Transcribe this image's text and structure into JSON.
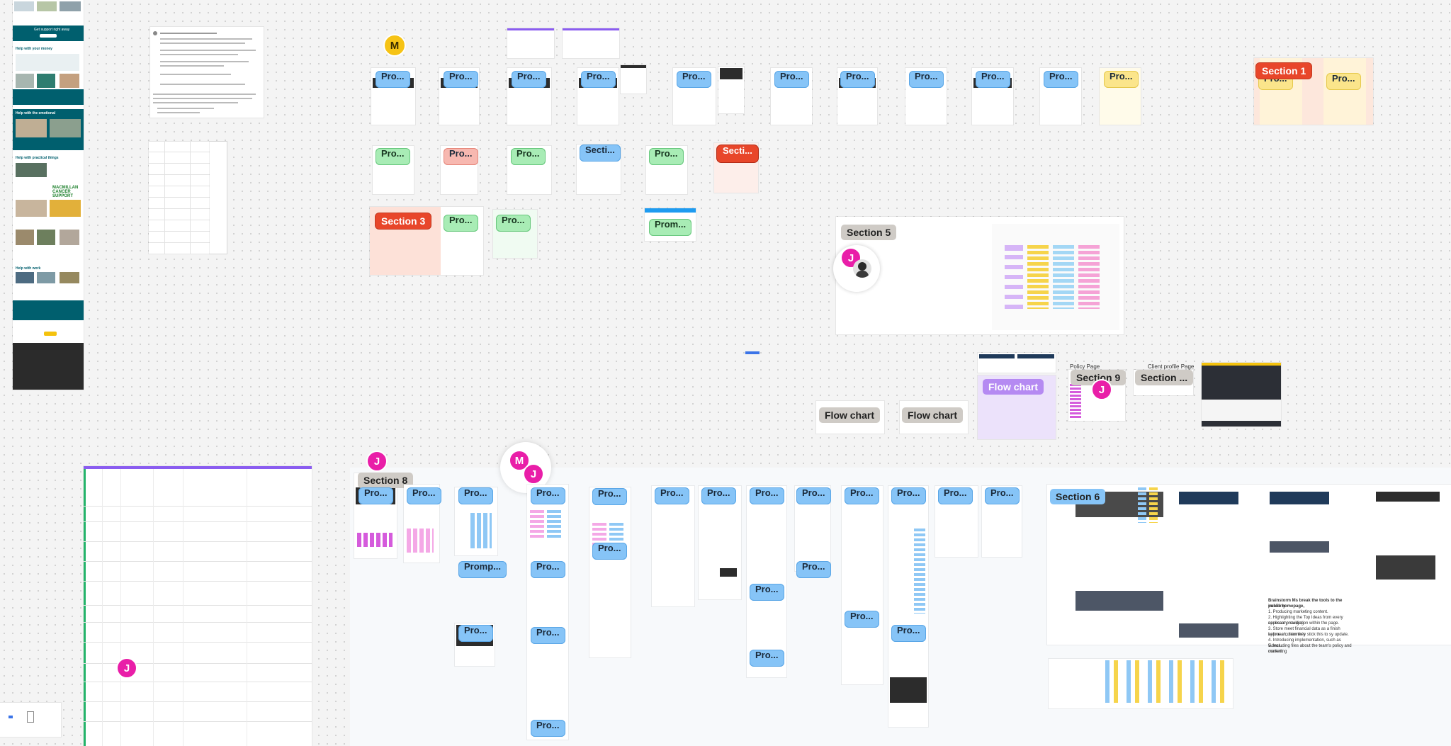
{
  "canvas": {
    "background": "#f4f4f4",
    "accent_blue": "#86c4f7",
    "accent_green": "#a8ecb5",
    "accent_red": "#e8462a"
  },
  "users": {
    "m": "M",
    "j": "J"
  },
  "sections": {
    "s1": "Section 1",
    "s3": "Section 3",
    "s5": "Section 5",
    "s6": "Section 6",
    "s8": "Section 8",
    "s9": "Section 9",
    "sdots": "Section ...",
    "secti": "Secti...",
    "sectiRed": "Secti..."
  },
  "labels": {
    "pro": "Pro...",
    "prom": "Prom...",
    "promp": "Promp...",
    "flowChart": "Flow chart",
    "flowChart2": "Flow chart",
    "flowChartPurple": "Flow chart",
    "policyPage": "Policy Page",
    "clientProfile": "Client profile Page"
  },
  "left_panel": {
    "cta": "Get support right away",
    "heading1": "Help with your money",
    "heading2": "Help with the emotional",
    "heading3": "Help with practical things",
    "heading4": "Help with work",
    "brand": "MACMILLAN CANCER SUPPORT"
  },
  "notes": {
    "bottom_right": [
      "Brainstorm Ms break the tools to the public homepage,",
      "including:",
      "1. Producing marketing content.",
      "2. Highlighting the Top Ideas from every applicant providing",
      "   necessary navigation within the page.",
      "3. Store meet financial data as a finish before a customer's",
      "   approach, then they stick this to sy update.",
      "4. Introducing implementation, such as videos.",
      "5. Including files about the team's policy and marketing",
      "   content."
    ]
  }
}
